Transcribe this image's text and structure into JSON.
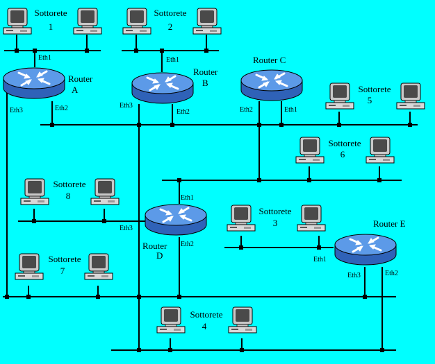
{
  "colors": {
    "background": "#00ffff",
    "wire": "#000000",
    "router_fill": "#3f7fd9",
    "router_top": "#5c9ae8",
    "monitor_body": "#c8c8c8",
    "screen": "#4a4a4a"
  },
  "icons": {
    "router": "router-icon",
    "pc": "computer-icon"
  },
  "subnets": [
    {
      "id": "s1",
      "title": "Sottorete",
      "number": "1"
    },
    {
      "id": "s2",
      "title": "Sottorete",
      "number": "2"
    },
    {
      "id": "s3",
      "title": "Sottorete",
      "number": "3"
    },
    {
      "id": "s4",
      "title": "Sottorete",
      "number": "4"
    },
    {
      "id": "s5",
      "title": "Sottorete",
      "number": "5"
    },
    {
      "id": "s6",
      "title": "Sottorete",
      "number": "6"
    },
    {
      "id": "s7",
      "title": "Sottorete",
      "number": "7"
    },
    {
      "id": "s8",
      "title": "Sottorete",
      "number": "8"
    }
  ],
  "routers": [
    {
      "id": "A",
      "title": "Router",
      "letter": "A",
      "interfaces": [
        "Eth1",
        "Eth2",
        "Eth3"
      ]
    },
    {
      "id": "B",
      "title": "Router",
      "letter": "B",
      "interfaces": [
        "Eth1",
        "Eth2",
        "Eth3"
      ]
    },
    {
      "id": "C",
      "title": "Router C",
      "interfaces": [
        "Eth1",
        "Eth2"
      ]
    },
    {
      "id": "D",
      "title": "Router",
      "letter": "D",
      "interfaces": [
        "Eth1",
        "Eth2",
        "Eth3"
      ]
    },
    {
      "id": "E",
      "title": "Router E",
      "interfaces": [
        "Eth1",
        "Eth2",
        "Eth3"
      ]
    }
  ]
}
